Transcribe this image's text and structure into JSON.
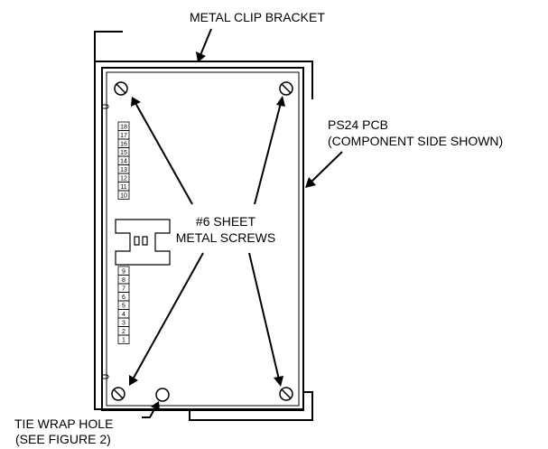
{
  "labels": {
    "metal_clip_bracket": "METAL CLIP BRACKET",
    "pcb_line1": "PS24 PCB",
    "pcb_line2": "(COMPONENT SIDE SHOWN)",
    "screws_line1": "#6 SHEET",
    "screws_line2": "METAL SCREWS",
    "tie_wrap_line1": "TIE WRAP HOLE",
    "tie_wrap_line2": "(SEE FIGURE 2)"
  },
  "connector_top": [
    "18",
    "17",
    "16",
    "15",
    "14",
    "13",
    "12",
    "11",
    "10"
  ],
  "connector_bottom": [
    "9",
    "8",
    "7",
    "6",
    "5",
    "4",
    "3",
    "2",
    "1"
  ]
}
